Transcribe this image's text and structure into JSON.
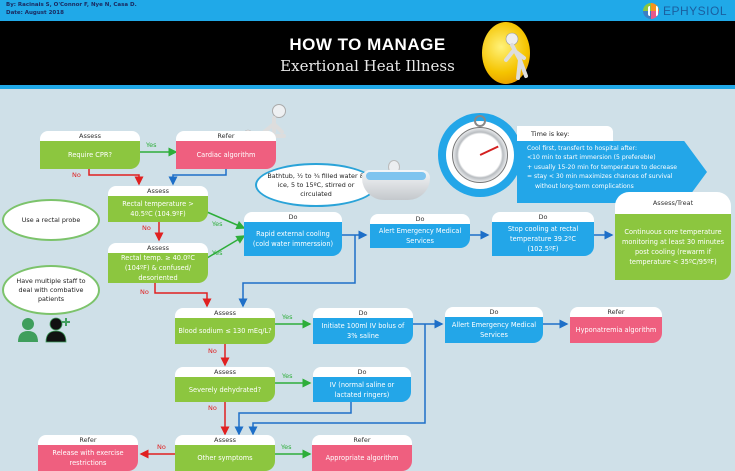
{
  "header": {
    "credits_line1": "By: Racinais S, O'Connor F, Nye N, Casa D.",
    "credits_line2": "Date: August 2018",
    "logo_text": "EPHYSIOL",
    "title_line1": "HOW TO MANAGE",
    "title_line2": "Exertional Heat Illness"
  },
  "time_key": {
    "heading": "Time is key:",
    "lines": [
      "Cool first, transfert to hospital after:",
      "<10 min  to start immersion (5 preferebIe)",
      "+ usually 15-20 min for temperature to decrease",
      "=  stay < 30 min maximizes chances of survival",
      "   without long-term complications"
    ]
  },
  "notes": {
    "rectal_probe": "Use a rectal probe",
    "multiple_staff": "Have multiple staff to deal with combative patients",
    "bathtub": "Bathtub, ½ to ¾ filled water & ice, 5 to 15ºC, stirred or circulated"
  },
  "labels": {
    "yes": "Yes",
    "no": "No"
  },
  "nodes": {
    "cpr": {
      "head": "Assess",
      "body": "Require CPR?"
    },
    "cardiac": {
      "head": "Refer",
      "body": "Cardiac algorithm"
    },
    "rectal_temp": {
      "head": "Assess",
      "body": "Rectal temperature > 40.5ºC (104.9ºF)"
    },
    "rectal_confused": {
      "head": "Assess",
      "body": "Rectal temp. ≥ 40.0ºC (104ºF) & confused/ desoriented"
    },
    "rapid_cooling": {
      "head": "Do",
      "body": "Rapid external cooling (cold water immerssion)"
    },
    "alert_ems": {
      "head": "Do",
      "body": "Alert Emergency Medical Services"
    },
    "stop_cooling": {
      "head": "Do",
      "body": "Stop cooling at rectal temperature 39.2ºC (102.5ºF)"
    },
    "monitoring": {
      "head": "Assess/Treat",
      "body": "Continuous core temperature monitoring at least 30 minutes post cooling (rewarm if temperature < 35ºC/95ºF)"
    },
    "sodium": {
      "head": "Assess",
      "body": "Blood sodium ≤ 130 mEq/L?"
    },
    "iv_bolus": {
      "head": "Do",
      "body": "Initiate 100ml IV bolus of 3% saline"
    },
    "allert_ems": {
      "head": "Do",
      "body": "Allert Emergency Medical Services"
    },
    "hyponatremia": {
      "head": "Refer",
      "body": "Hyponatremia algorithm"
    },
    "dehydrated": {
      "head": "Assess",
      "body": "Severely dehydrated?"
    },
    "iv_saline": {
      "head": "Do",
      "body": "IV (normal saline or lactated ringers)"
    },
    "other_symptoms": {
      "head": "Assess",
      "body": "Other symptoms"
    },
    "release": {
      "head": "Refer",
      "body": "Release with exercise restrictions"
    },
    "appropriate": {
      "head": "Refer",
      "body": "Appropriate algorithm"
    }
  },
  "colors": {
    "assess": "#8cc63f",
    "do": "#23a6e8",
    "refer": "#ef5f7f",
    "yes_arrow": "#2eae3a",
    "no_arrow": "#e02020",
    "flow_arrow": "#1e6fc8",
    "background": "#cfe0e8",
    "header_blue": "#20a9e8"
  }
}
